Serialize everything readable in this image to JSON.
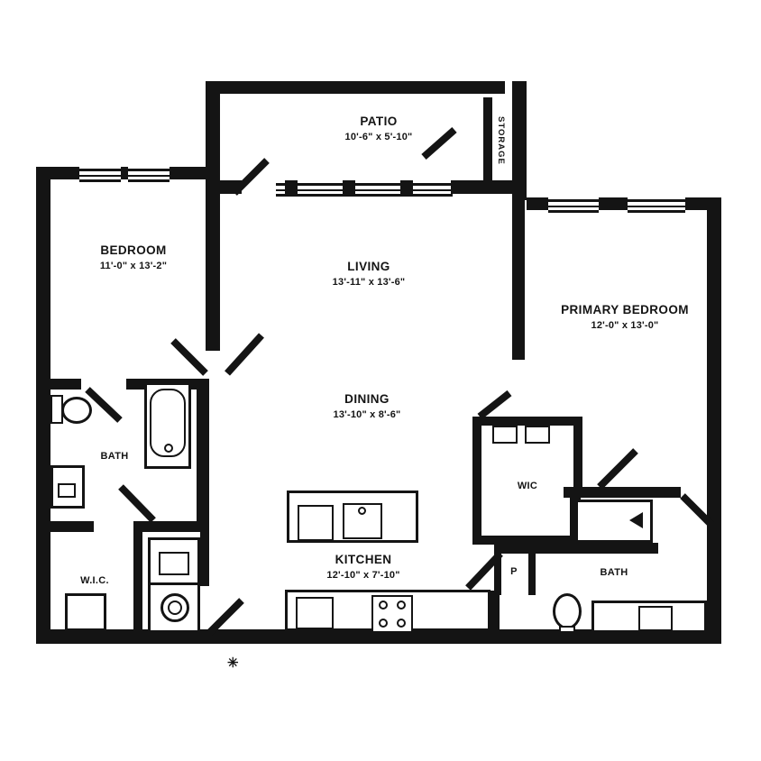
{
  "plan": {
    "rooms": {
      "patio": {
        "name": "PATIO",
        "dims": "10'-6\" x 5'-10\""
      },
      "storage": {
        "name": "STORAGE"
      },
      "bedroom": {
        "name": "BEDROOM",
        "dims": "11'-0\" x 13'-2\""
      },
      "living": {
        "name": "LIVING",
        "dims": "13'-11\" x 13'-6\""
      },
      "primary_bedroom": {
        "name": "PRIMARY BEDROOM",
        "dims": "12'-0\" x 13'-0\""
      },
      "dining": {
        "name": "DINING",
        "dims": "13'-10\" x 8'-6\""
      },
      "kitchen": {
        "name": "KITCHEN",
        "dims": "12'-10\" x 7'-10\""
      },
      "bath_left": {
        "name": "BATH"
      },
      "wic_left": {
        "name": "W.I.C."
      },
      "wic_right": {
        "name": "WIC"
      },
      "bath_right": {
        "name": "BATH"
      },
      "pantry": {
        "name": "P"
      }
    },
    "symbols": {
      "note_marker": "✳"
    },
    "colors": {
      "line": "#141414",
      "background": "#ffffff"
    }
  }
}
